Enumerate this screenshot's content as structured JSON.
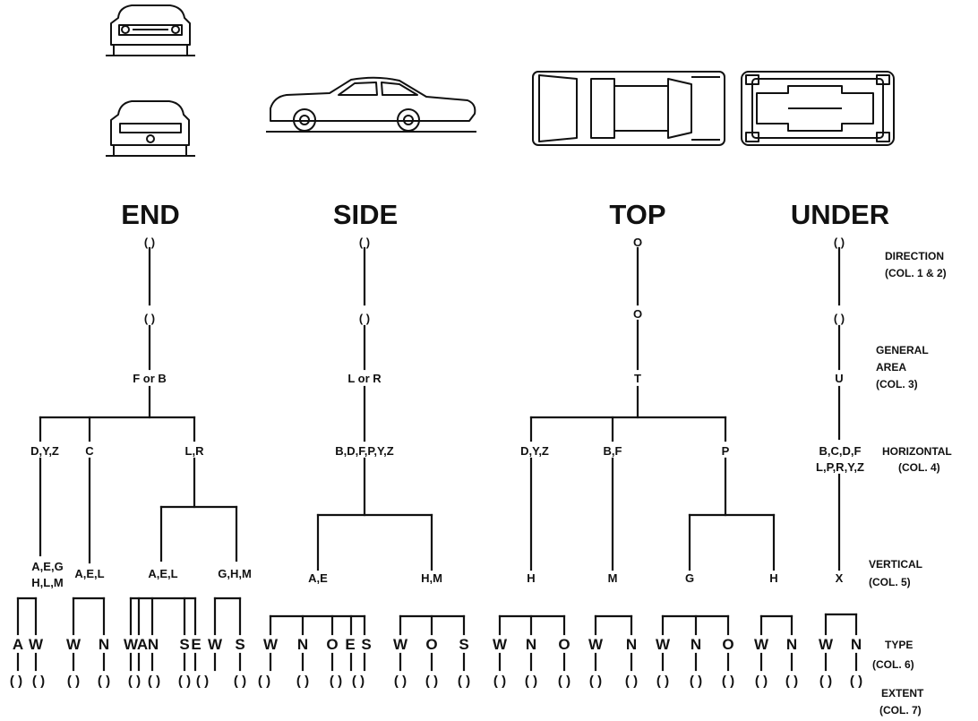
{
  "headings": {
    "end": "END",
    "side": "SIDE",
    "top": "TOP",
    "under": "UNDER"
  },
  "levels": {
    "direction": [
      "DIRECTION",
      "(COL. 1 & 2)"
    ],
    "general_area": [
      "GENERAL",
      "AREA",
      "(COL. 3)"
    ],
    "horizontal": [
      "HORIZONTAL",
      "(COL. 4)"
    ],
    "vertical": [
      "VERTICAL",
      "(COL. 5)"
    ],
    "type": [
      "TYPE",
      "(COL. 6)"
    ],
    "extent": [
      "EXTENT",
      "(COL. 7)"
    ]
  },
  "nodes": {
    "end": {
      "dir": "( )",
      "sub": "( )",
      "area": "F or B"
    },
    "side": {
      "dir": "( )",
      "sub": "( )",
      "area": "L or R"
    },
    "top": {
      "dir": "O",
      "sub": "O",
      "area": "T"
    },
    "under": {
      "dir": "( )",
      "sub": "( )",
      "area": "U"
    }
  },
  "horizontal": {
    "end_dyz": "D,Y,Z",
    "end_c": "C",
    "end_lr": "L,R",
    "side": "B,D,F,P,Y,Z",
    "top_dyz": "D,Y,Z",
    "top_bf": "B,F",
    "top_p": "P",
    "under": [
      "B,C,D,F",
      "L,P,R,Y,Z"
    ]
  },
  "vertical": {
    "end_1": [
      "A,E,G",
      "H,L,M"
    ],
    "end_2": "A,E,L",
    "end_3": "A,E,L",
    "end_4": "G,H,M",
    "side_1": "A,E",
    "side_2": "H,M",
    "top_h1": "H",
    "top_m": "M",
    "top_g": "G",
    "top_h2": "H",
    "under_x": "X"
  },
  "types": [
    "A",
    "W",
    "W",
    "N",
    "W",
    "A",
    "N",
    "S",
    "E",
    "W",
    "S",
    "W",
    "N",
    "O",
    "E",
    "S",
    "W",
    "O",
    "S",
    "W",
    "N",
    "O",
    "W",
    "N",
    "W",
    "N",
    "O",
    "W",
    "N",
    "W",
    "N"
  ],
  "extent_mark": "( )"
}
